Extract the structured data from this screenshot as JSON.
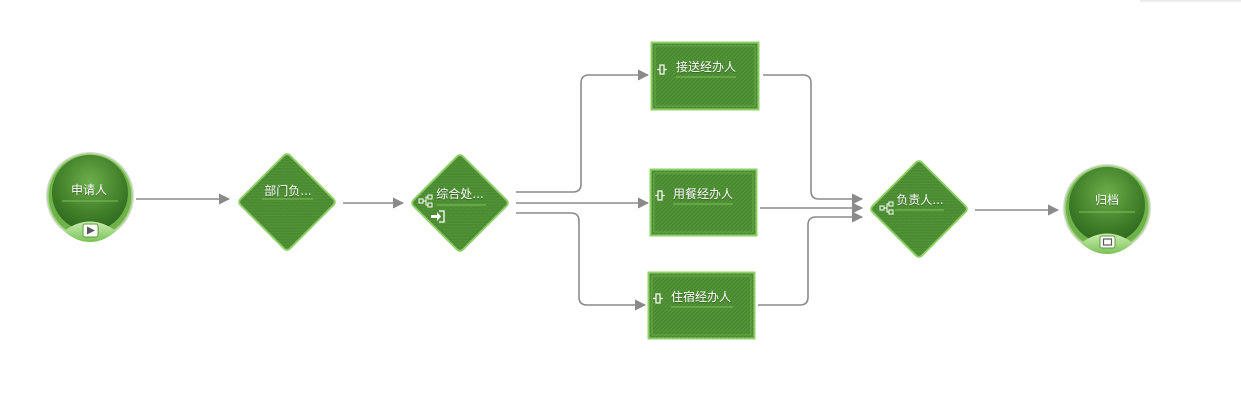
{
  "nodes": {
    "start": {
      "label": "申请人",
      "icon": "play-icon",
      "type": "start-event"
    },
    "dept": {
      "label": "部门负...",
      "type": "gateway"
    },
    "general": {
      "label": "综合处...",
      "icons": [
        "org-chart-icon",
        "login-arrow-icon"
      ],
      "type": "gateway"
    },
    "transport": {
      "label": "接送经办人",
      "icon": "task-icon",
      "type": "task"
    },
    "meal": {
      "label": "用餐经办人",
      "icon": "task-icon",
      "type": "task"
    },
    "lodging": {
      "label": "住宿经办人",
      "icon": "task-icon",
      "type": "task"
    },
    "owner": {
      "label": "负责人...",
      "icon": "org-chart-icon",
      "type": "gateway"
    },
    "end": {
      "label": "归档",
      "icon": "stop-icon",
      "type": "end-event"
    }
  },
  "colors": {
    "node_fill": "#4a8a30",
    "node_border": "#8fcf6a",
    "connector": "#8a8a8a"
  }
}
